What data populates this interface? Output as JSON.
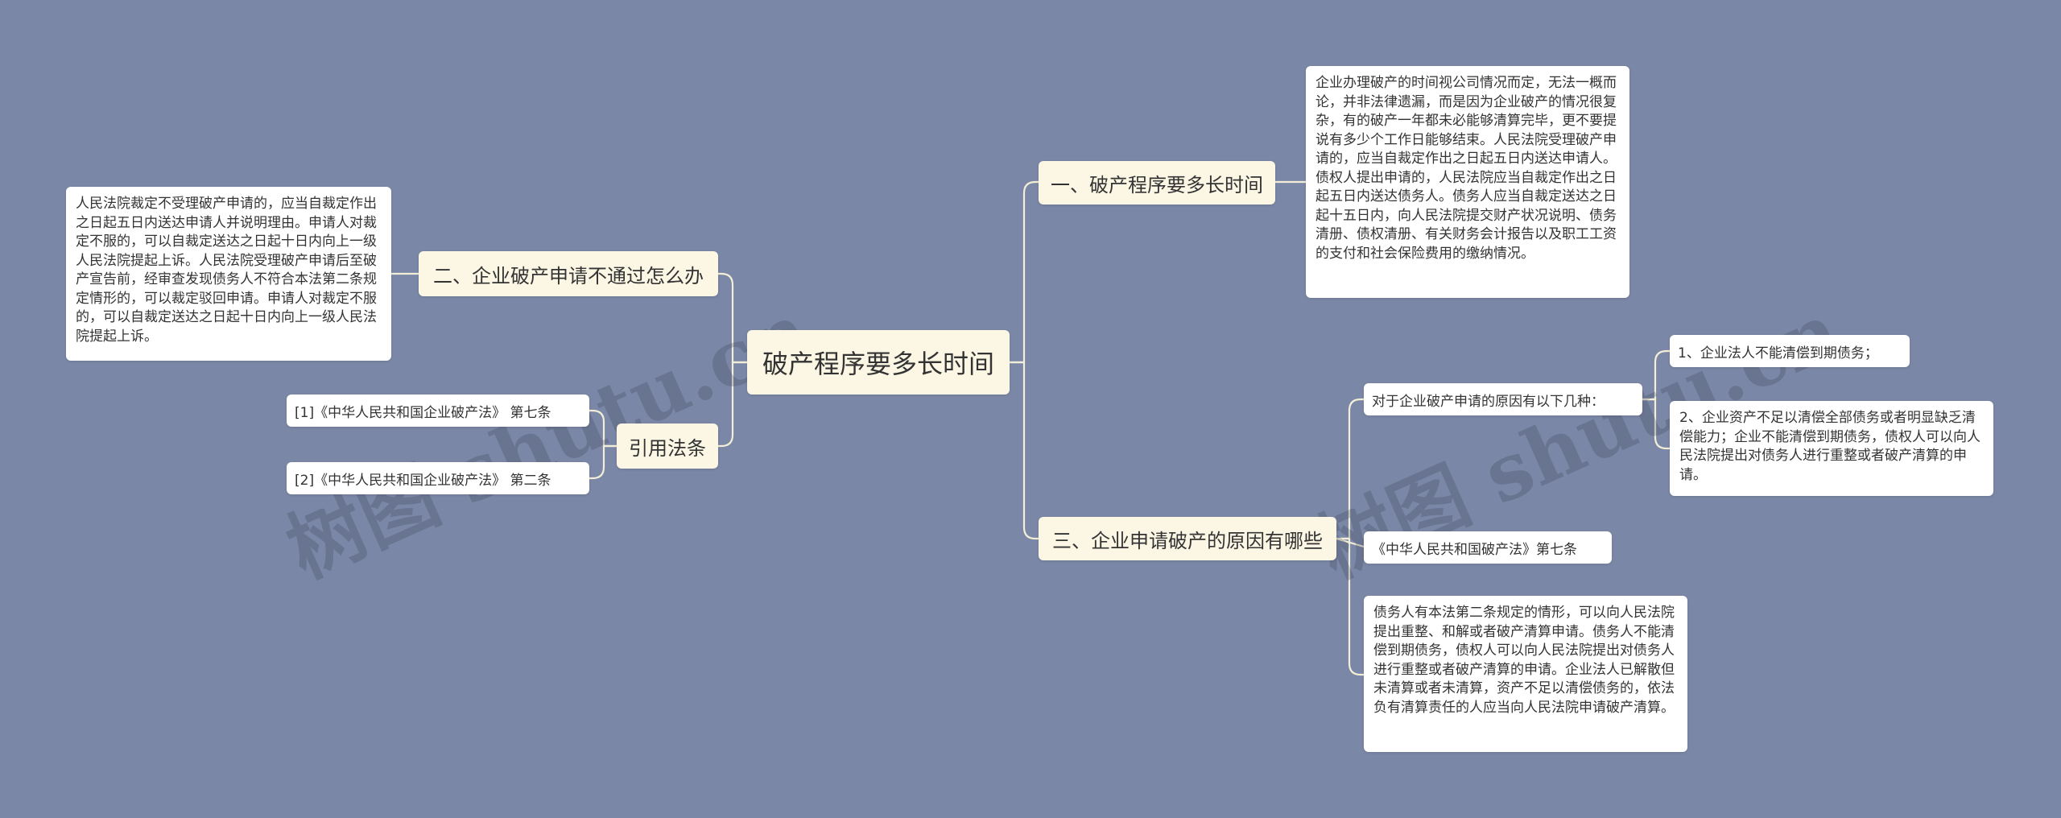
{
  "mindmap": {
    "root": "破产程序要多长时间",
    "branch1": {
      "title": "一、破产程序要多长时间",
      "detail": "企业办理破产的时间视公司情况而定，无法一概而论，并非法律遗漏，而是因为企业破产的情况很复杂，有的破产一年都未必能够清算完毕，更不要提说有多少个工作日能够结束。人民法院受理破产申请的，应当自裁定作出之日起五日内送达申请人。债权人提出申请的，人民法院应当自裁定作出之日起五日内送达债务人。债务人应当自裁定送达之日起十五日内，向人民法院提交财产状况说明、债务清册、债权清册、有关财务会计报告以及职工工资的支付和社会保险费用的缴纳情况。"
    },
    "branch2": {
      "title": "二、企业破产申请不通过怎么办",
      "detail": "人民法院裁定不受理破产申请的，应当自裁定作出之日起五日内送达申请人并说明理由。申请人对裁定不服的，可以自裁定送达之日起十日内向上一级人民法院提起上诉。人民法院受理破产申请后至破产宣告前，经审查发现债务人不符合本法第二条规定情形的，可以裁定驳回申请。申请人对裁定不服的，可以自裁定送达之日起十日内向上一级人民法院提起上诉。"
    },
    "branch3": {
      "title": "三、企业申请破产的原因有哪些",
      "reasons_intro": "对于企业破产申请的原因有以下几种：",
      "reason1": "1、企业法人不能清偿到期债务；",
      "reason2": "2、企业资产不足以清偿全部债务或者明显缺乏清偿能力；企业不能清偿到期债务，债权人可以向人民法院提出对债务人进行重整或者破产清算的申请。",
      "law": "《中华人民共和国破产法》第七条",
      "law_text": "债务人有本法第二条规定的情形，可以向人民法院提出重整、和解或者破产清算申请。债务人不能清偿到期债务，债权人可以向人民法院提出对债务人进行重整或者破产清算的申请。企业法人已解散但未清算或者未清算，资产不足以清偿债务的，依法负有清算责任的人应当向人民法院申请破产清算。"
    },
    "references": {
      "title": "引用法条",
      "ref1": "[1]《中华人民共和国企业破产法》 第七条",
      "ref2": "[2]《中华人民共和国企业破产法》 第二条"
    }
  },
  "watermarks": [
    "树图 shutu.cn",
    "树图 shutu.cn"
  ],
  "colors": {
    "background": "#7b87a6",
    "topic_fill": "#fbf7e4",
    "leaf_fill": "#ffffff",
    "connector": "#f3eed7"
  }
}
